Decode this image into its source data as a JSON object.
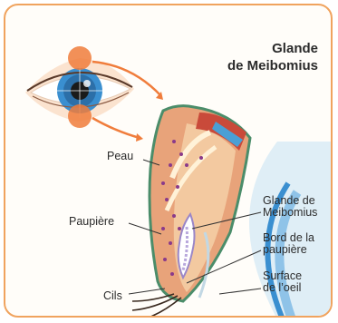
{
  "title": {
    "line1": "Glande",
    "line2": "de Meibomius"
  },
  "labels": {
    "peau": "Peau",
    "paupiere": "Paupière",
    "cils": "Cils",
    "glande": {
      "line1": "Glande de",
      "line2": "Meibomius"
    },
    "bord": {
      "line1": "Bord de la",
      "line2": "paupière"
    },
    "surface": {
      "line1": "Surface",
      "line2": "de l’oeil"
    }
  },
  "colors": {
    "frame": "#f0a35e",
    "accent": "#f07d3c",
    "skin": "#e8a37a",
    "iris": "#3a8fd0"
  }
}
